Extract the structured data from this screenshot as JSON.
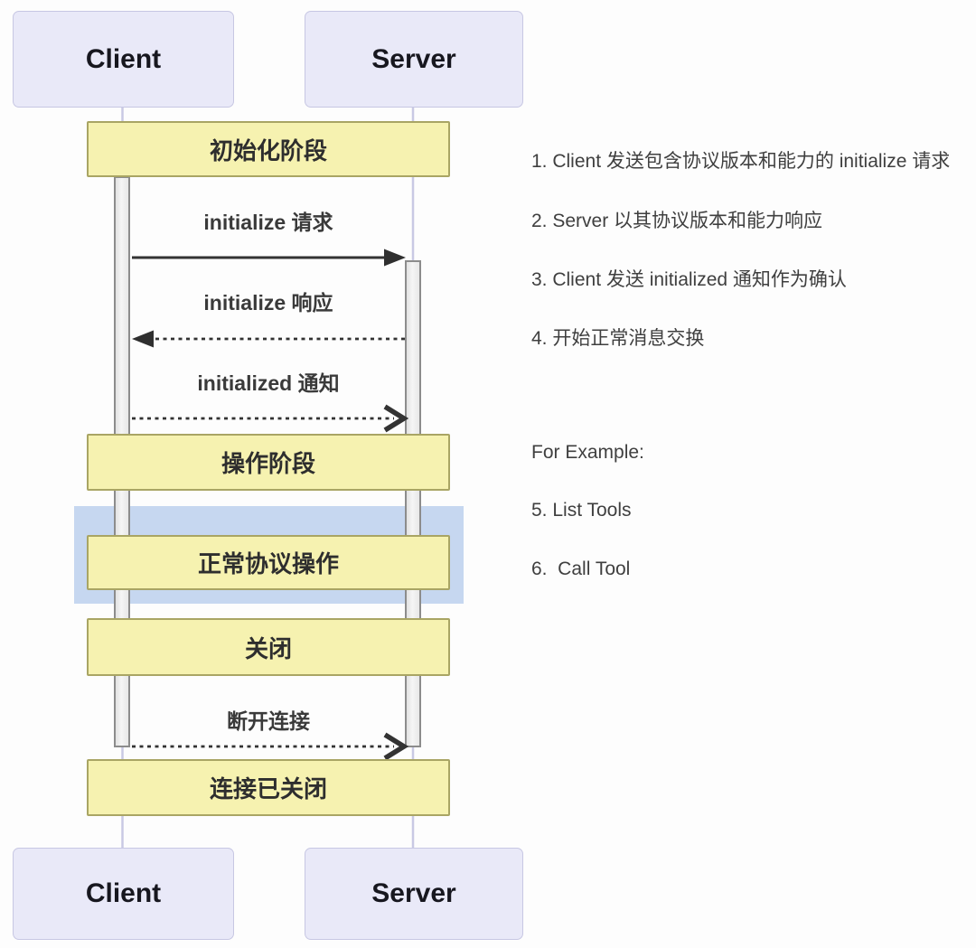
{
  "diagram": {
    "actors": {
      "client": "Client",
      "server": "Server"
    },
    "phases": [
      {
        "id": "init",
        "label": "初始化阶段"
      },
      {
        "id": "operation",
        "label": "操作阶段"
      },
      {
        "id": "normal",
        "label": "正常协议操作"
      },
      {
        "id": "close",
        "label": "关闭"
      },
      {
        "id": "closed",
        "label": "连接已关闭"
      }
    ],
    "messages": [
      {
        "label": "initialize 请求",
        "from": "client",
        "to": "server",
        "line": "solid",
        "head": "filled-triangle"
      },
      {
        "label": "initialize 响应",
        "from": "server",
        "to": "client",
        "line": "dashed",
        "head": "filled-triangle"
      },
      {
        "label": "initialized 通知",
        "from": "client",
        "to": "server",
        "line": "dashed",
        "head": "open-chevron"
      },
      {
        "label": "断开连接",
        "from": "client",
        "to": "server",
        "line": "dashed",
        "head": "open-chevron"
      }
    ]
  },
  "notes": {
    "steps": [
      "1. Client 发送包含协议版本和能力的 initialize 请求",
      "2. Server 以其协议版本和能力响应",
      "3. Client 发送 initialized 通知作为确认",
      "4. 开始正常消息交换"
    ],
    "example_heading": "For Example:",
    "examples": [
      "5. List Tools",
      "6.  Call Tool"
    ]
  },
  "colors": {
    "actor_fill": "#e9e9f8",
    "actor_border": "#c7c7e3",
    "band_fill": "#f6f2b0",
    "band_border": "#a9a564",
    "highlight_fill": "#c6d7f0",
    "activation_fill": "#ededed",
    "activation_border": "#8c8c8c",
    "lifeline": "#c9c9e4",
    "arrow": "#333333"
  }
}
